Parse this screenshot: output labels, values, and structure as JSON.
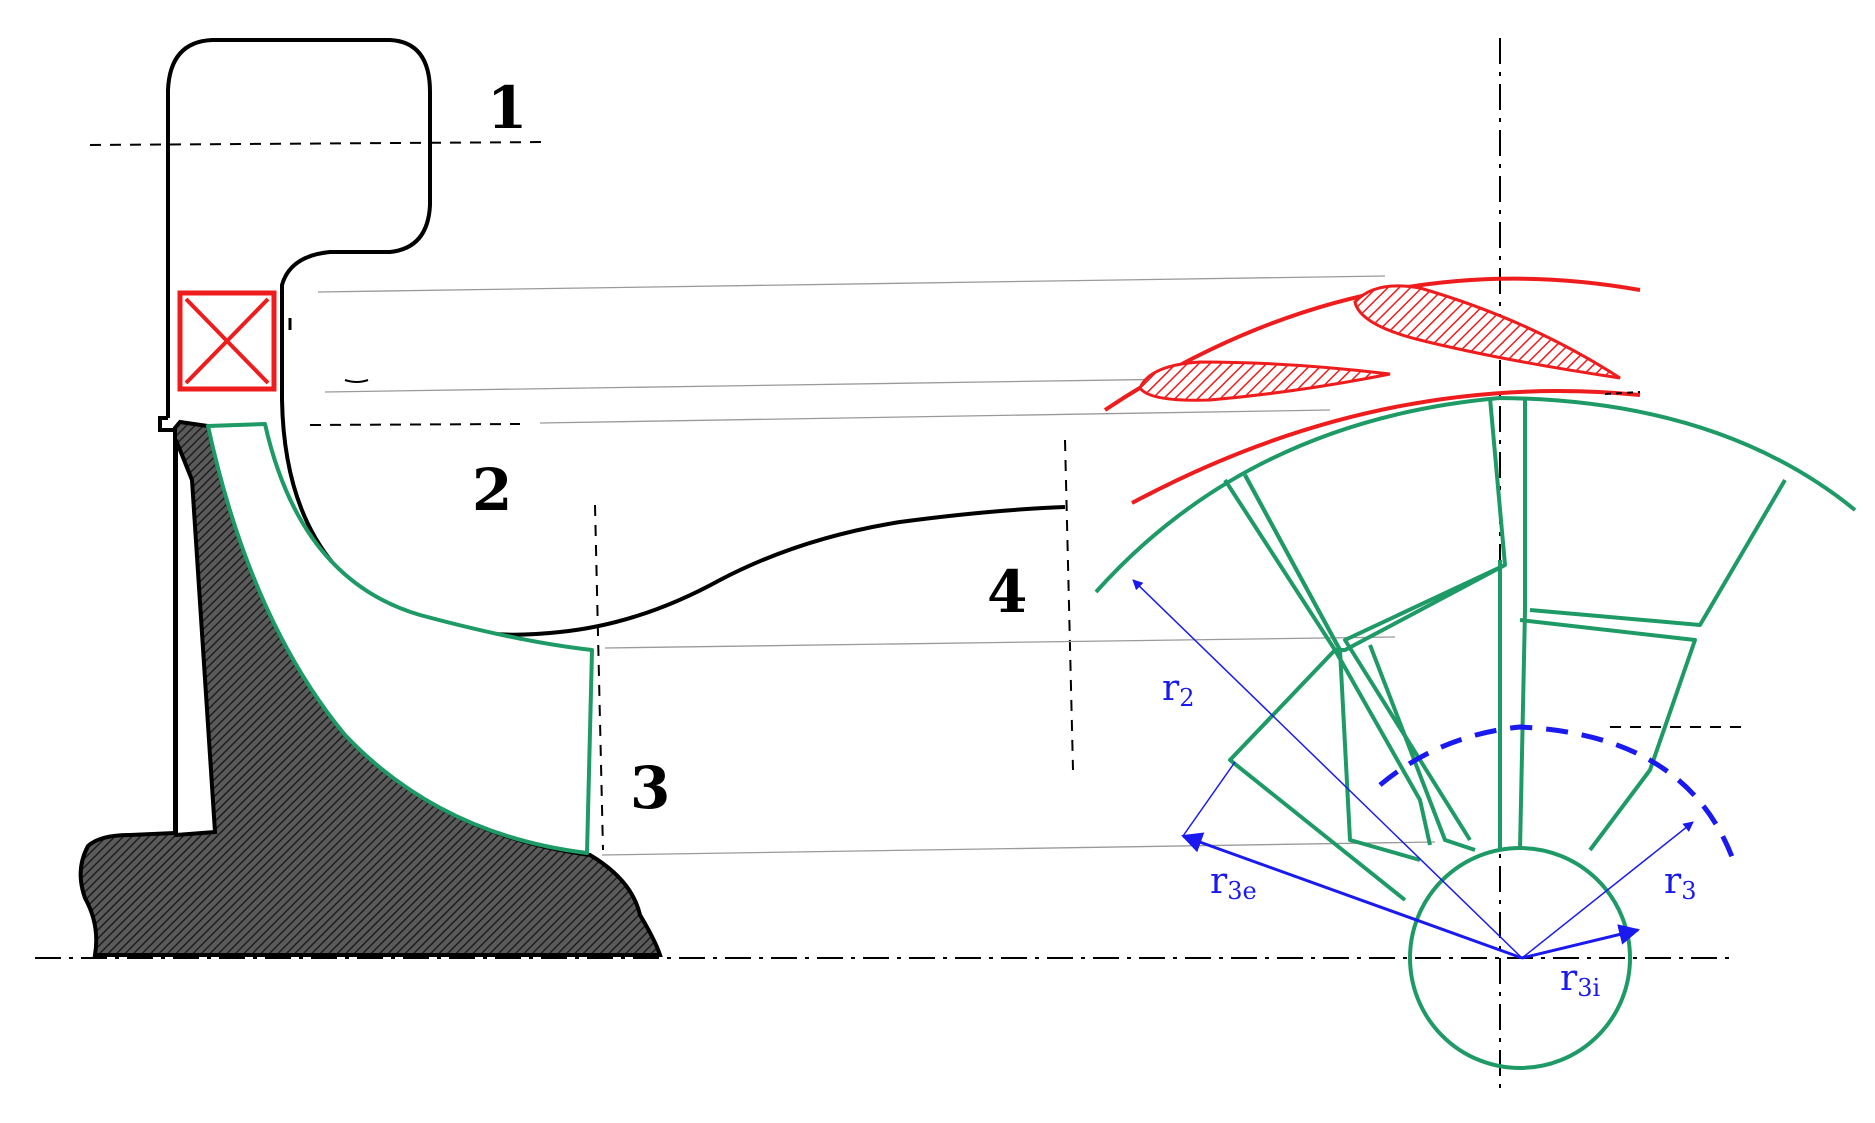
{
  "stations": [
    "1",
    "2",
    "3",
    "4"
  ],
  "radii": [
    {
      "main": "r",
      "sub": "2"
    },
    {
      "main": "r",
      "sub": "3e"
    },
    {
      "main": "r",
      "sub": "3"
    },
    {
      "main": "r",
      "sub": "3i"
    }
  ],
  "colors": {
    "outline": "#000000",
    "impeller": "#1e9a66",
    "vanes": "#ee1c1c",
    "radius_vectors": "#1a1af0",
    "hub_fill": "#3a3a3a"
  }
}
